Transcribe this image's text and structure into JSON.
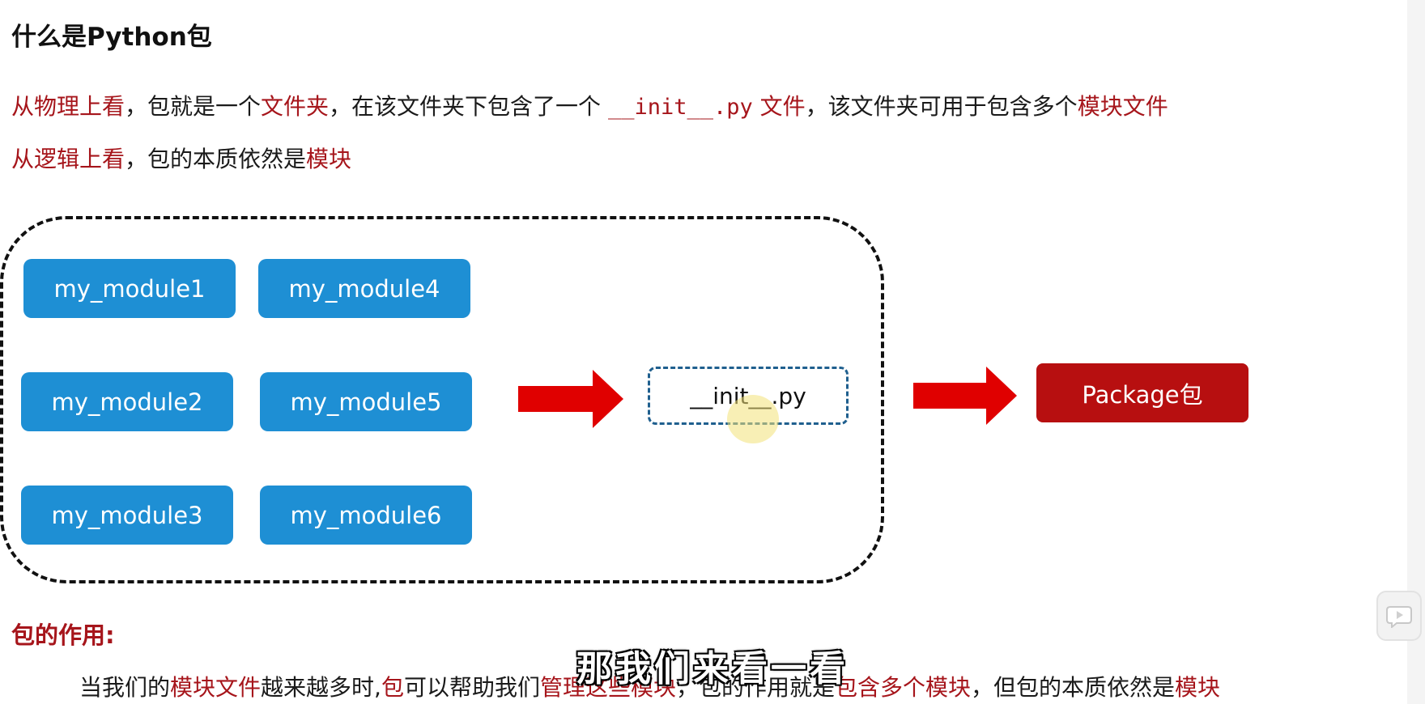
{
  "title": "什么是Python包",
  "line1": {
    "p1": "从物理上看",
    "p2": "，包就是一个",
    "p3": "文件夹",
    "p4": "，在该文件夹下包含了一个 ",
    "p5": "__init__.py",
    "p6": " 文件",
    "p7": "，该文件夹可用于包含多个",
    "p8": "模块文件"
  },
  "line2": {
    "p1": "从逻辑上看",
    "p2": "，包的本质依然是",
    "p3": "模块"
  },
  "diagram": {
    "modules": [
      "my_module1",
      "my_module4",
      "my_module2",
      "my_module5",
      "my_module3",
      "my_module6"
    ],
    "init_file": "__init__.py",
    "package_label": "Package包"
  },
  "section_title": "包的作用:",
  "line3": {
    "p1": "当我们的",
    "p2": "模块文件",
    "p3": "越来越多时,",
    "p4": "包",
    "p5": "可以帮助我们",
    "p6": "管理这些模块",
    "p7": "，包的作用就是",
    "p8": "包含多个模块",
    "p9": "，但包的本质依然是",
    "p10": "模块"
  },
  "subtitle": "那我们来看一看",
  "colors": {
    "module_blue": "#1e8fd4",
    "package_red": "#b70f10",
    "arrow_red": "#e00000",
    "highlight_text": "#a6151b"
  }
}
